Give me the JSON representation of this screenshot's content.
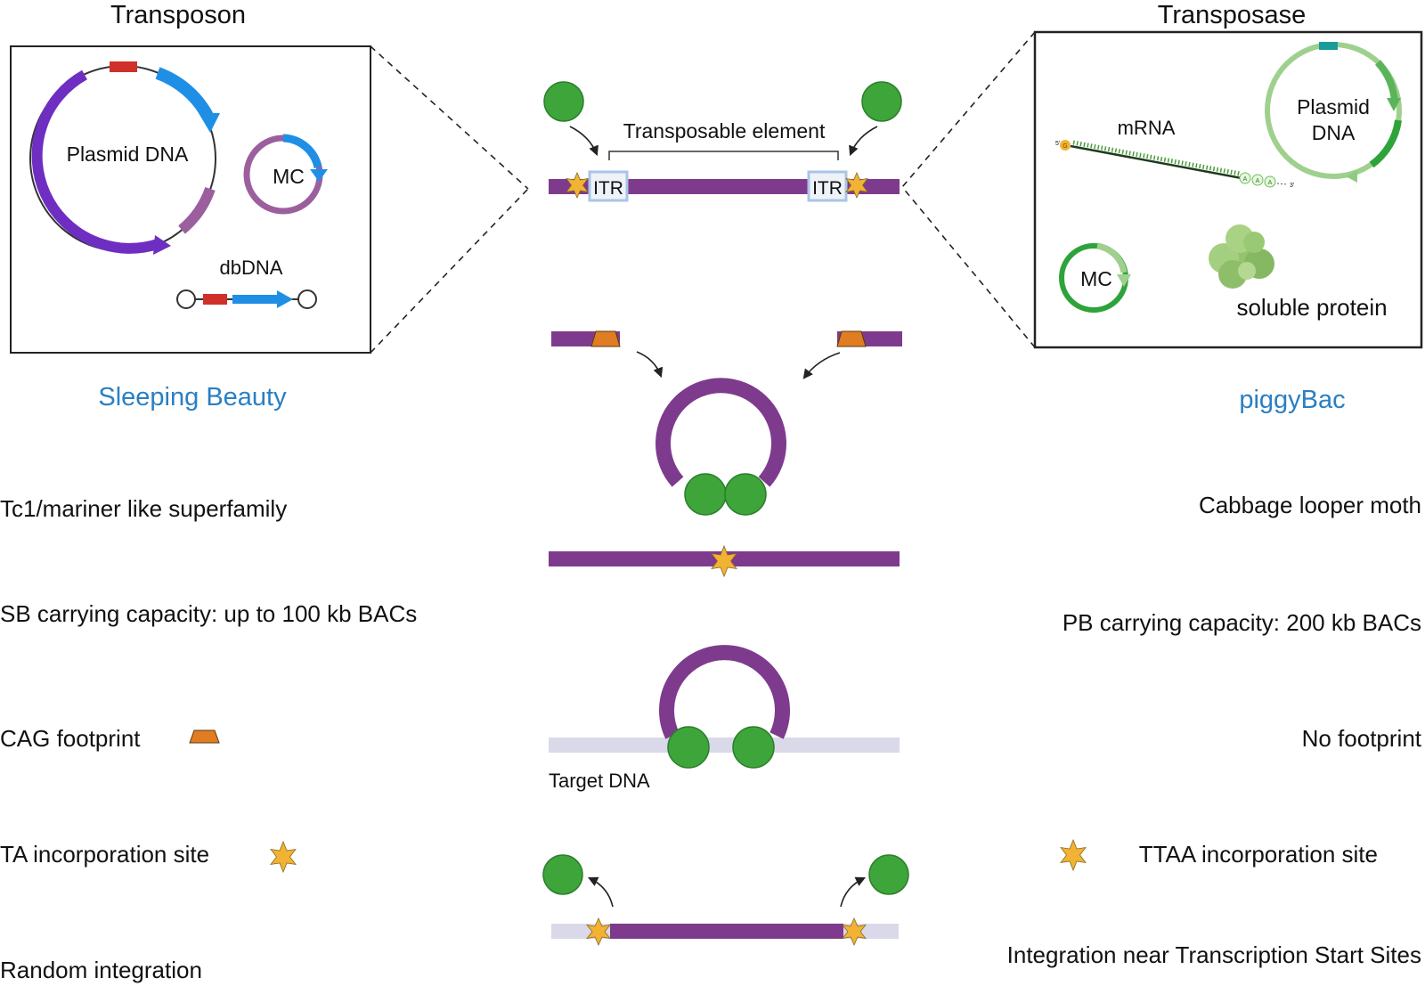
{
  "colors": {
    "purple": "#7e3b8d",
    "light_purple": "#9c5f9e",
    "violet": "#6f2ec2",
    "blue_arrow": "#1f8fe6",
    "red_block": "#d0302a",
    "green_protein": "#3ea53a",
    "green_dark": "#2b7f2b",
    "star": "#f2b233",
    "footprint": "#e07c21",
    "target_dna": "#d9d9ea",
    "itr_box": "#a9c5e3",
    "label_blue": "#2a7fc2"
  },
  "headers": {
    "left": "Transposon",
    "right": "Transposase"
  },
  "transposon_box": {
    "plasmid_label": "Plasmid DNA",
    "mc_label": "MC",
    "dbdna_label": "dbDNA"
  },
  "transposase_box": {
    "mrna_label": "mRNA",
    "plasmid_label_1": "Plasmid",
    "plasmid_label_2": "DNA",
    "mc_label": "MC",
    "protein_label": "soluble protein",
    "five_prime": "5'",
    "cap": "G",
    "three_prime": "3'",
    "polya": [
      "A",
      "A",
      "A"
    ]
  },
  "center": {
    "element_label": "Transposable element",
    "itr_left": "ITR",
    "itr_right": "ITR",
    "target_label": "Target DNA"
  },
  "left_column": {
    "system": "Sleeping Beauty",
    "features": [
      "Tc1/mariner like superfamily",
      "SB carrying capacity: up to 100 kb BACs",
      "CAG footprint",
      "TA incorporation site",
      "Random integration"
    ]
  },
  "right_column": {
    "system": "piggyBac",
    "features": [
      "Cabbage looper moth",
      "PB carrying capacity: 200 kb BACs",
      "No footprint",
      "TTAA incorporation site",
      "Integration near Transcription Start Sites"
    ]
  }
}
